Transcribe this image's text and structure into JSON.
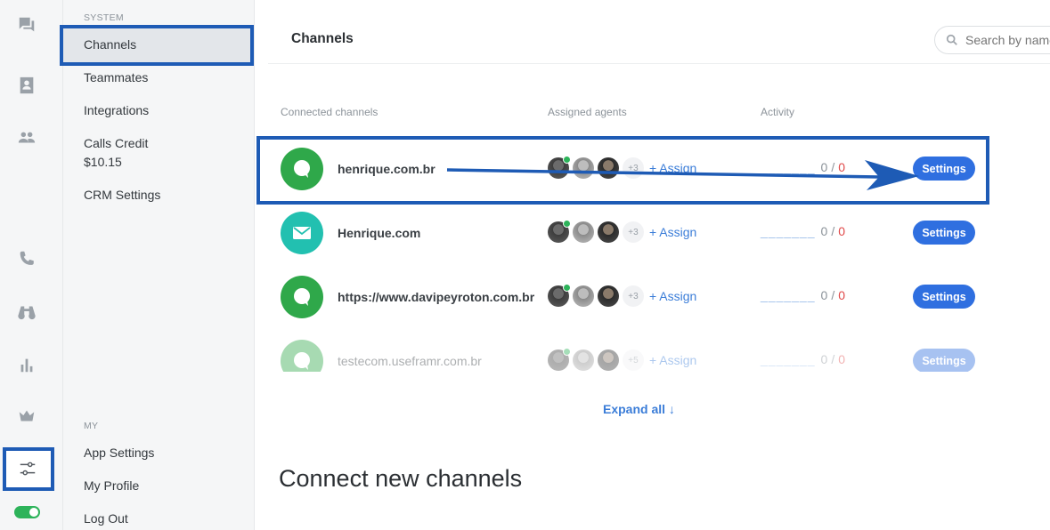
{
  "sidebar": {
    "system_label": "SYSTEM",
    "items": [
      {
        "label": "Channels"
      },
      {
        "label": "Teammates"
      },
      {
        "label": "Integrations"
      },
      {
        "label": "Calls Credit"
      },
      {
        "label": "CRM Settings"
      }
    ],
    "calls_credit_amount": "$10.15",
    "my_label": "MY",
    "my_items": [
      {
        "label": "App Settings"
      },
      {
        "label": "My Profile"
      },
      {
        "label": "Log Out"
      }
    ]
  },
  "rail": {
    "icons": [
      "chat-icon",
      "contacts-icon",
      "team-icon",
      "phone-icon",
      "binoculars-icon",
      "reports-icon",
      "crown-icon",
      "settings-sliders-icon"
    ],
    "status_toggle_on": true
  },
  "header": {
    "title": "Channels",
    "search_placeholder": "Search by name"
  },
  "table": {
    "columns": [
      "Connected channels",
      "Assigned agents",
      "Activity"
    ],
    "rows": [
      {
        "name": "henrique.com.br",
        "type": "chat",
        "more": "+3",
        "assign": "+ Assign",
        "activity_a": "0",
        "activity_b": "0",
        "settings": "Settings"
      },
      {
        "name": "Henrique.com",
        "type": "email",
        "more": "+3",
        "assign": "+ Assign",
        "activity_a": "0",
        "activity_b": "0",
        "settings": "Settings"
      },
      {
        "name": "https://www.davipeyroton.com.br",
        "type": "chat",
        "more": "+3",
        "assign": "+ Assign",
        "activity_a": "0",
        "activity_b": "0",
        "settings": "Settings"
      },
      {
        "name": "testecom.useframr.com.br",
        "type": "chat",
        "more": "+5",
        "assign": "+ Assign",
        "activity_a": "0",
        "activity_b": "0",
        "settings": "Settings"
      }
    ],
    "activity_dashes": "_______",
    "activity_sep": "/"
  },
  "expand_label": "Expand all ↓",
  "connect_title": "Connect new channels",
  "colors": {
    "accent": "#2f6fe0",
    "highlight_border": "#1e5bb5",
    "online": "#2db35a",
    "activity_alert": "#e04848"
  }
}
